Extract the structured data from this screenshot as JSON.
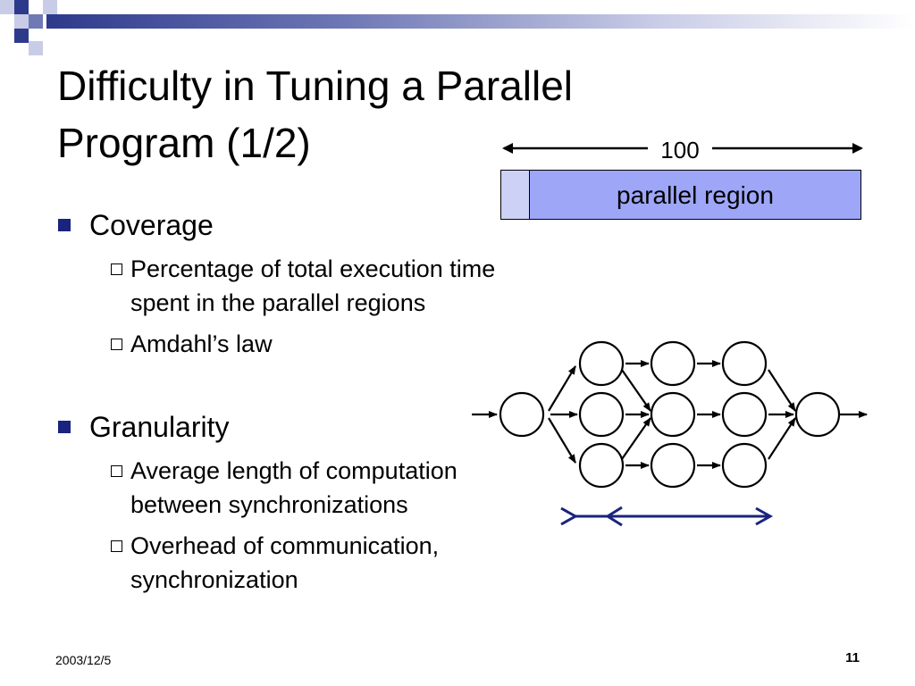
{
  "slide": {
    "title_lines": [
      "Difficulty in Tuning a Parallel",
      "Program (1/2)"
    ],
    "date": "2003/12/5",
    "page_number": "11"
  },
  "bullets": [
    {
      "label": "Coverage",
      "subitems": [
        {
          "lines": [
            "Percentage of total execution time",
            "spent in the parallel regions"
          ]
        },
        {
          "lines": [
            "Amdahl’s law"
          ]
        }
      ]
    },
    {
      "label": "Granularity",
      "subitems": [
        {
          "lines": [
            "Average length of computation",
            "between synchronizations"
          ]
        },
        {
          "lines": [
            "Overhead of communication,",
            "synchronization"
          ]
        }
      ]
    }
  ],
  "coverage_diagram": {
    "total_label": "100",
    "region_label": "parallel region",
    "serial_color": "#cdd1f5",
    "parallel_color": "#9da6f7"
  },
  "task_graph": {
    "node_color": "#ffffff",
    "edge_color": "#000000",
    "granularity_arrow_color": "#1a237e"
  },
  "colors": {
    "accent": "#1a237e",
    "bar_gradient_start": "#2d3a8c"
  }
}
